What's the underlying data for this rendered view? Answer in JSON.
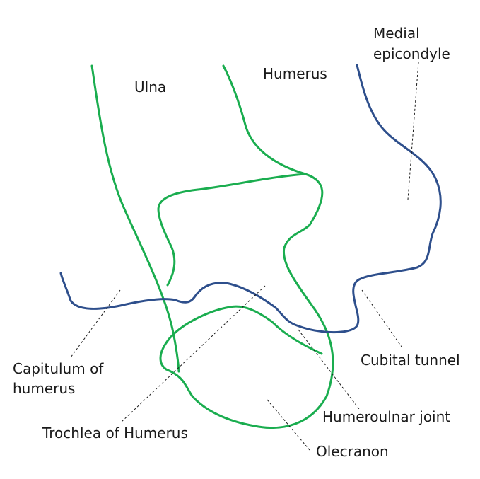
{
  "colors": {
    "bone_outline_green": "#1aad4f",
    "nerve_outline_blue": "#2e4f8c",
    "text": "#1a1a1a",
    "background": "#ffffff"
  },
  "labels": {
    "ulna": "Ulna",
    "humerus": "Humerus",
    "medial_epicondyle_line1": "Medial",
    "medial_epicondyle_line2": "epicondyle",
    "capitulum_line1": "Capitulum of",
    "capitulum_line2": "humerus",
    "cubital_tunnel": "Cubital tunnel",
    "humeroulnar_joint": "Humeroulnar joint",
    "trochlea": "Trochlea of Humerus",
    "olecranon": "Olecranon"
  }
}
